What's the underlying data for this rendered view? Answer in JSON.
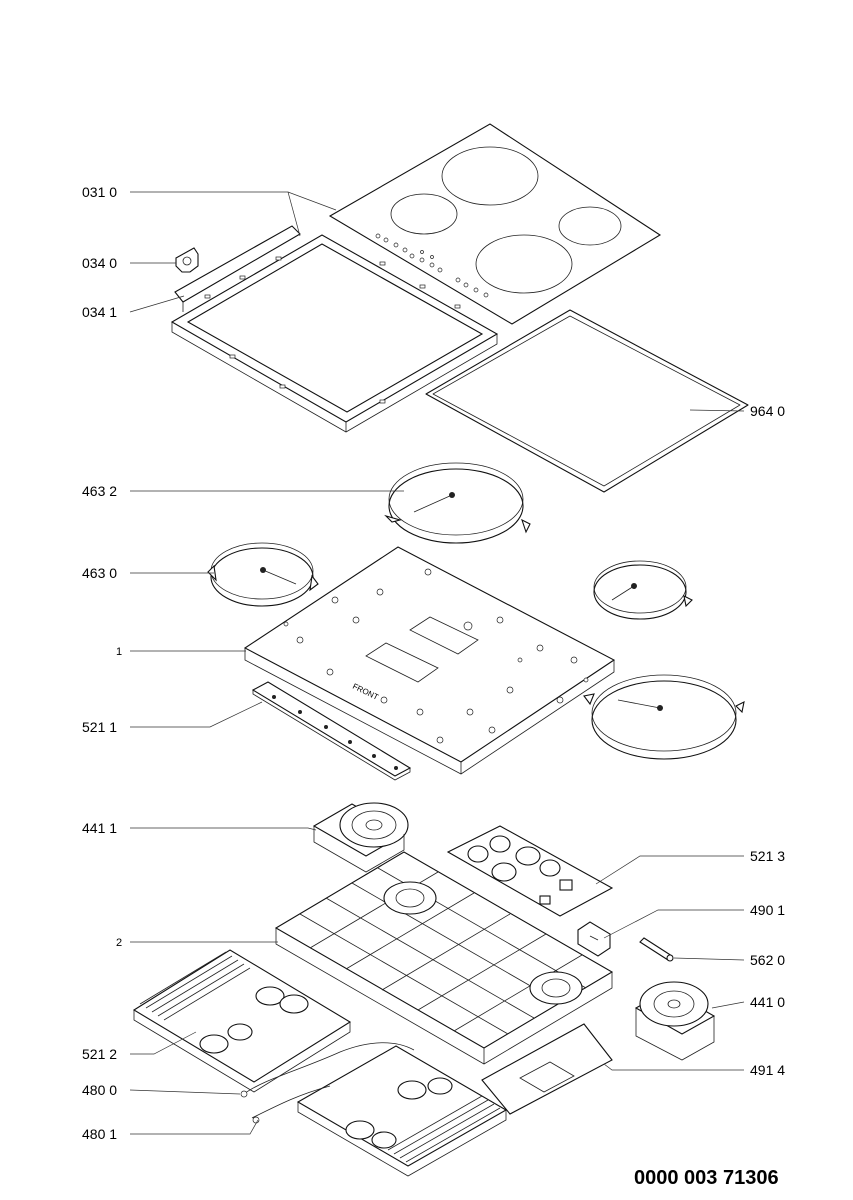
{
  "labels": {
    "l0310": "031 0",
    "l0340": "034 0",
    "l0341": "034 1",
    "l9640": "964 0",
    "l4632": "463 2",
    "l4630": "463 0",
    "l1": "1",
    "l5211": "521 1",
    "l4411": "441 1",
    "l5213": "521 3",
    "l4901": "490 1",
    "l2": "2",
    "l5620": "562 0",
    "l4410": "441 0",
    "l5212": "521 2",
    "l4914": "491 4",
    "l4800": "480 0",
    "l4801": "480 1"
  },
  "baseplate_text": "FRONT",
  "document_number": "0000 003 71306"
}
